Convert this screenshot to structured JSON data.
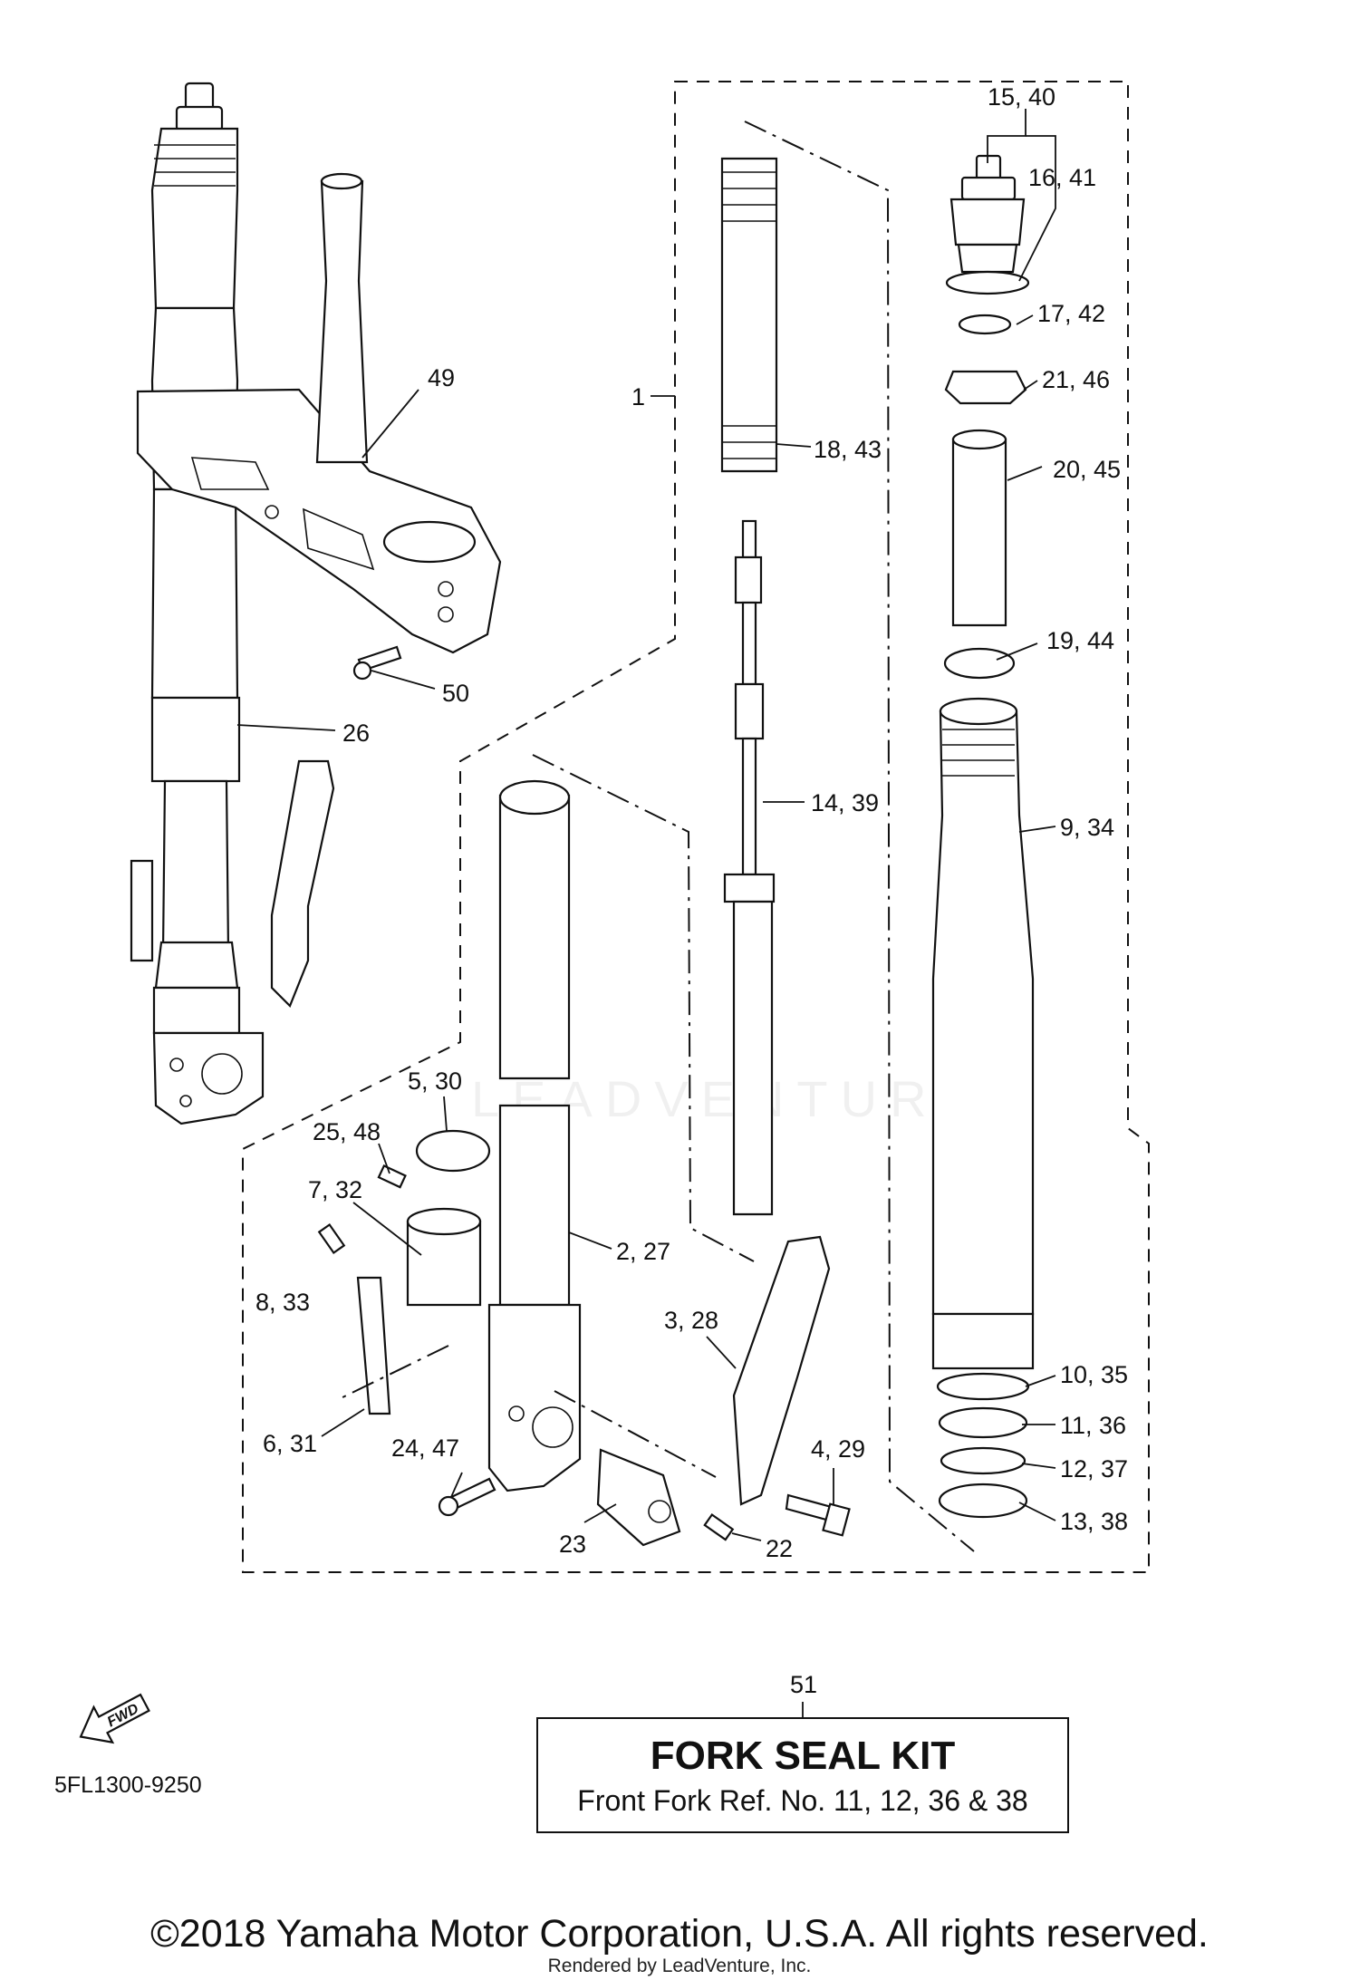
{
  "callouts": {
    "c1": "1",
    "c15_40": "15, 40",
    "c16_41": "16, 41",
    "c17_42": "17, 42",
    "c21_46": "21, 46",
    "c20_45": "20, 45",
    "c19_44": "19, 44",
    "c18_43": "18, 43",
    "c49": "49",
    "c50": "50",
    "c26": "26",
    "c14_39": "14, 39",
    "c9_34": "9, 34",
    "c5_30": "5, 30",
    "c25_48": "25, 48",
    "c7_32": "7, 32",
    "c8_33": "8, 33",
    "c2_27": "2, 27",
    "c3_28": "3, 28",
    "c6_31": "6, 31",
    "c24_47": "24, 47",
    "c4_29": "4, 29",
    "c23": "23",
    "c22": "22",
    "c10_35": "10, 35",
    "c11_36": "11, 36",
    "c12_37": "12, 37",
    "c13_38": "13, 38",
    "c51": "51"
  },
  "fwd_icon": {
    "icon": "fwd-arrow-icon",
    "text": "FWD"
  },
  "kit": {
    "title": "FORK SEAL KIT",
    "subtitle": "Front Fork Ref. No. 11, 12, 36 & 38"
  },
  "diagram_code": "5FL1300-9250",
  "copyright": "©2018 Yamaha Motor Corporation, U.S.A. All rights reserved.",
  "rendered_by": "Rendered by LeadVenture, Inc.",
  "watermark": "LEADVENTURE"
}
